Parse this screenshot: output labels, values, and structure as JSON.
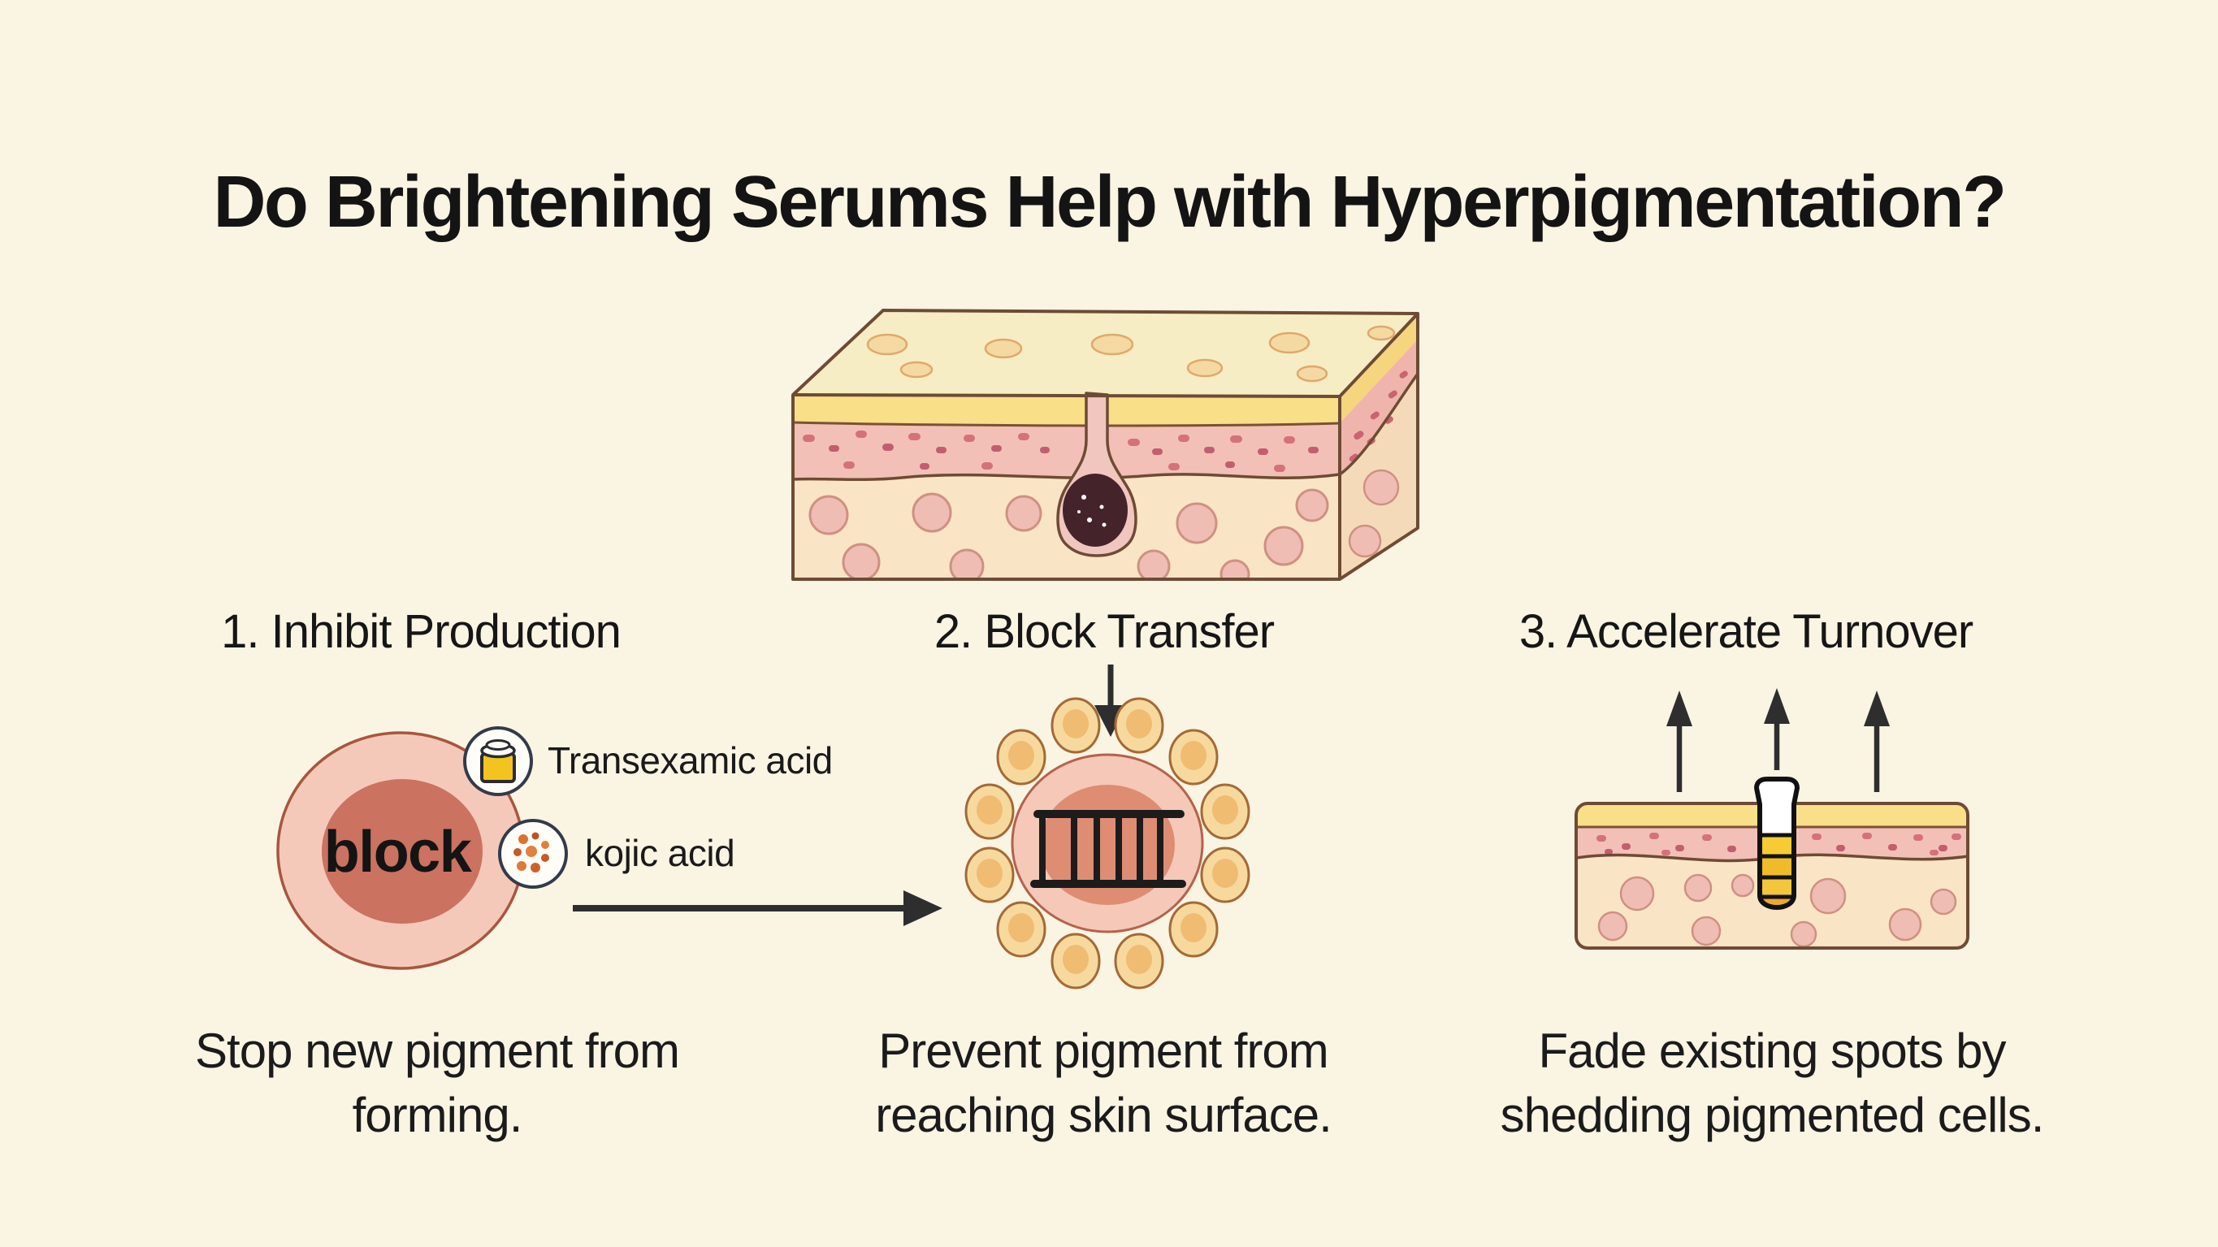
{
  "title": "Do Brightening Serums Help with Hyperpigmentation?",
  "hero_illustration": "skin-cross-section-with-melanocyte",
  "sections": [
    {
      "heading": "1. Inhibit Production",
      "caption": "Stop new pigment from forming.",
      "cell_label": "block",
      "icon": "melanocyte-block-cell",
      "ingredients": [
        {
          "label": "Transexamic acid",
          "icon": "serum-jar-icon"
        },
        {
          "label": "kojic acid",
          "icon": "pigment-granules-icon"
        }
      ]
    },
    {
      "heading": "2. Block Transfer",
      "caption": "Prevent pigment from reaching skin surface.",
      "icon": "blocked-cell-with-fence"
    },
    {
      "heading": "3. Accelerate Turnover",
      "caption": "Fade existing spots by shedding pigmented cells.",
      "icon": "skin-strip-with-rising-arrows"
    }
  ],
  "palette": {
    "background": "#FAF4E3",
    "ink": "#1A1A1A",
    "outline_brown": "#6E4B34",
    "epidermis_yellow": "#F8DF88",
    "epidermis_pink": "#F2C0B6",
    "dermis_peach": "#FAE4C6",
    "cell_pink": "#F5C8B8",
    "cell_core": "#CB7260",
    "melanin_dark": "#45232A",
    "keratinocyte_tan": "#F7D99E",
    "jar_yellow": "#F3C41D",
    "arrow_dark": "#2E2E2E"
  }
}
